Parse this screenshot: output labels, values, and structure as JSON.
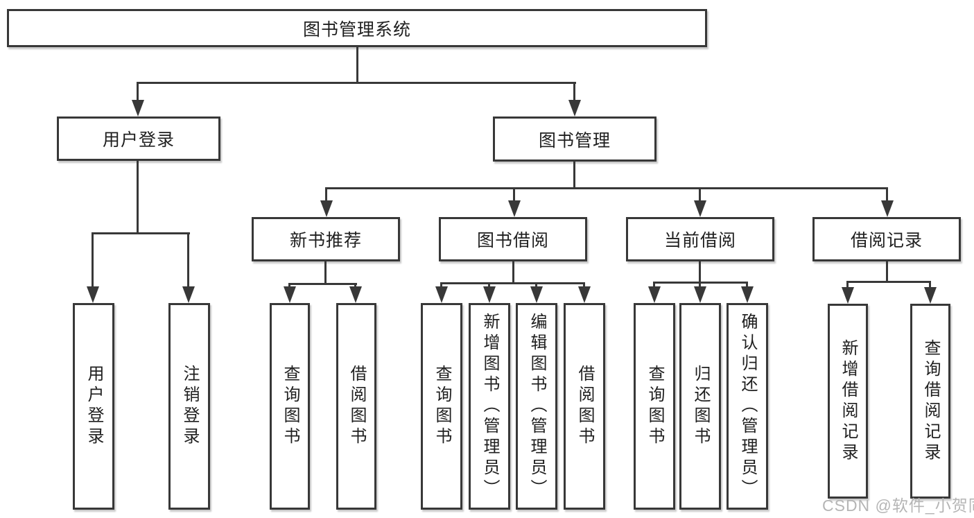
{
  "diagram": {
    "title": {
      "label": "图书管理系统"
    },
    "level2": {
      "user_login": {
        "label": "用户登录"
      },
      "book_mgmt": {
        "label": "图书管理"
      }
    },
    "level3": {
      "new_books": {
        "label": "新书推荐"
      },
      "borrow": {
        "label": "图书借阅"
      },
      "current": {
        "label": "当前借阅"
      },
      "records": {
        "label": "借阅记录"
      }
    },
    "leaves": {
      "user_login": [
        {
          "label": "用户登录"
        },
        {
          "label": "注销登录"
        }
      ],
      "new_books": [
        {
          "label": "查询图书"
        },
        {
          "label": "借阅图书"
        }
      ],
      "borrow": [
        {
          "label": "查询图书"
        },
        {
          "label": "新增图书（管理员）"
        },
        {
          "label": "编辑图书（管理员）"
        },
        {
          "label": "借阅图书"
        }
      ],
      "current": [
        {
          "label": "查询图书"
        },
        {
          "label": "归还图书"
        },
        {
          "label": "确认归还（管理员）"
        }
      ],
      "records": [
        {
          "label": "新增借阅记录"
        },
        {
          "label": "查询借阅记录"
        }
      ]
    },
    "watermark": "CSDN @软件_小贺同学",
    "colors": {
      "line": "#383838",
      "text": "#1f1f1f",
      "watermark": "#b5b5b5",
      "background": "#ffffff"
    }
  }
}
